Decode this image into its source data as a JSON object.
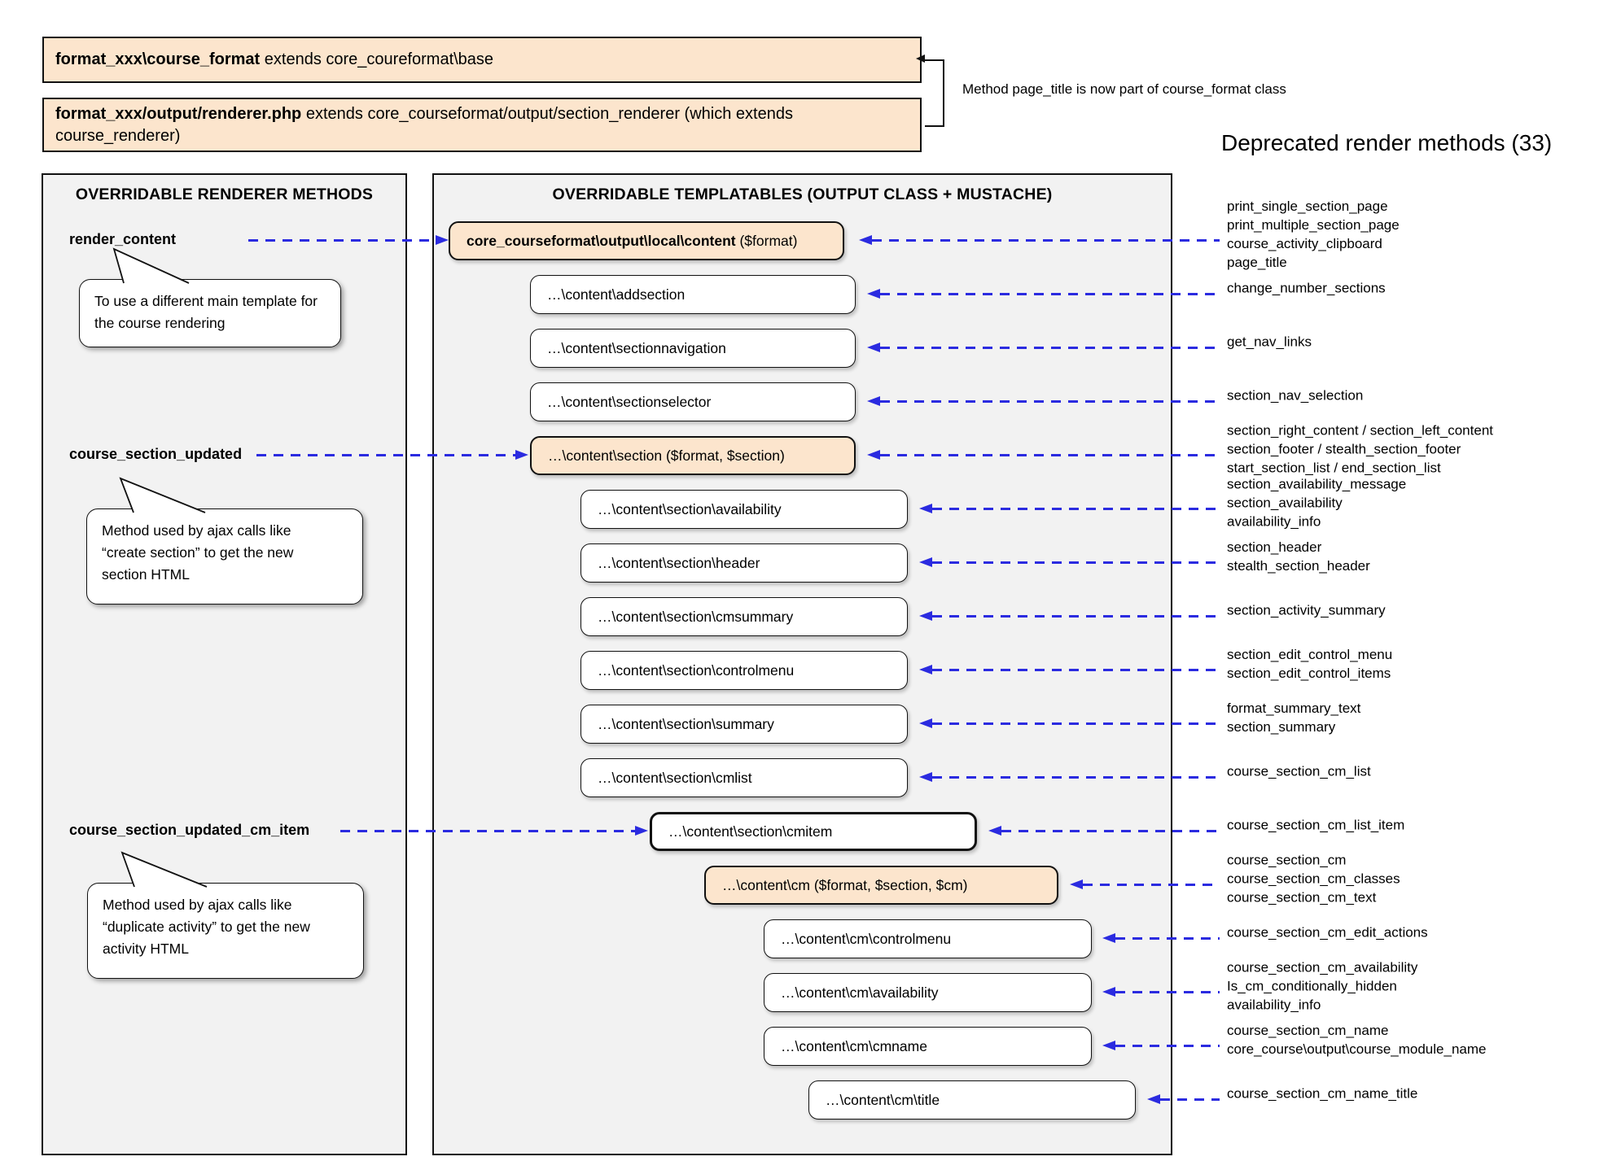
{
  "top": {
    "box1": {
      "bold": "format_xxx\\course_format",
      "rest": " extends core_coureformat\\base"
    },
    "box2": {
      "bold": "format_xxx/output/renderer.php",
      "rest": " extends core_courseformat/output/section_renderer (which extends course_renderer)"
    },
    "note": "Method page_title is now part of course_format class",
    "deprecated_title": "Deprecated render methods (33)"
  },
  "left_panel": {
    "title": "OVERRIDABLE RENDERER METHODS",
    "methods": [
      {
        "label": "render_content",
        "note": "To use a different main template for\nthe course rendering"
      },
      {
        "label": "course_section_updated",
        "note": "Method used by ajax calls like\n“create section” to get the new\nsection HTML"
      },
      {
        "label": "course_section_updated_cm_item",
        "note": "Method used by ajax calls like\n“duplicate activity” to get the new\nactivity HTML"
      }
    ]
  },
  "middle_panel": {
    "title": "OVERRIDABLE TEMPLATABLES (OUTPUT CLASS + MUSTACHE)",
    "boxes": [
      {
        "bold": "core_courseformat\\output\\local\\content",
        "text": " ($format)"
      },
      {
        "text": "…\\content\\addsection"
      },
      {
        "text": "…\\content\\sectionnavigation"
      },
      {
        "text": "…\\content\\sectionselector"
      },
      {
        "text": "…\\content\\section ($format, $section)"
      },
      {
        "text": "…\\content\\section\\availability"
      },
      {
        "text": "…\\content\\section\\header"
      },
      {
        "text": "…\\content\\section\\cmsummary"
      },
      {
        "text": "…\\content\\section\\controlmenu"
      },
      {
        "text": "…\\content\\section\\summary"
      },
      {
        "text": "…\\content\\section\\cmlist"
      },
      {
        "text": "…\\content\\section\\cmitem"
      },
      {
        "text": "…\\content\\cm ($format, $section, $cm)"
      },
      {
        "text": "…\\content\\cm\\controlmenu"
      },
      {
        "text": "…\\content\\cm\\availability"
      },
      {
        "text": "…\\content\\cm\\cmname"
      },
      {
        "text": "…\\content\\cm\\title"
      }
    ]
  },
  "right_list": {
    "groups": [
      "print_single_section_page\nprint_multiple_section_page\ncourse_activity_clipboard\npage_title",
      "change_number_sections",
      "get_nav_links",
      "section_nav_selection",
      "section_right_content / section_left_content\nsection_footer / stealth_section_footer\nstart_section_list / end_section_list",
      "section_availability_message\nsection_availability\navailability_info",
      "section_header\nstealth_section_header",
      "section_activity_summary",
      "section_edit_control_menu\nsection_edit_control_items",
      "format_summary_text\nsection_summary",
      "course_section_cm_list",
      "course_section_cm_list_item",
      "course_section_cm\ncourse_section_cm_classes\ncourse_section_cm_text",
      "course_section_cm_edit_actions",
      "course_section_cm_availability\nIs_cm_conditionally_hidden\navailability_info",
      "course_section_cm_name\ncore_course\\output\\course_module_name",
      "course_section_cm_name_title"
    ]
  },
  "colors": {
    "accent_blue": "#2b2be0",
    "box_orange": "#fce5cd",
    "panel_gray": "#f2f2f2"
  }
}
